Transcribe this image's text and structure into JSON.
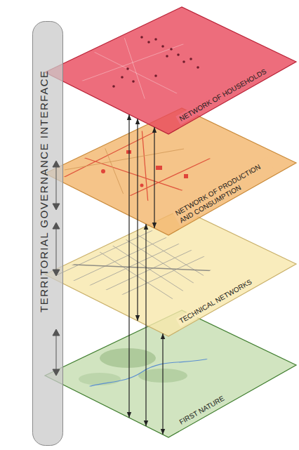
{
  "diagram": {
    "nodes": [
      {
        "text": [
          "NETWORK OF HOUSEHOLDS"
        ]
      },
      {
        "text": [
          "NETWORK OF PRODUCTION AND CONSUMPTION"
        ]
      },
      {
        "text": [
          "TECHNICAL NETWORKS"
        ]
      },
      {
        "text": [
          "FIRST NATURE"
        ]
      },
      {
        "text": [
          "TERRITORIAL GOVERNANCE INTERFACE"
        ]
      }
    ],
    "edges": [
      {
        "from": 0,
        "to": 3,
        "arrow": "both"
      },
      {
        "from": 0,
        "to": 2,
        "arrow": "both"
      },
      {
        "from": 1,
        "to": 3,
        "arrow": "both"
      },
      {
        "from": 0,
        "to": 1,
        "arrow": "both"
      },
      {
        "from": 2,
        "to": 3,
        "arrow": "both"
      }
    ]
  }
}
